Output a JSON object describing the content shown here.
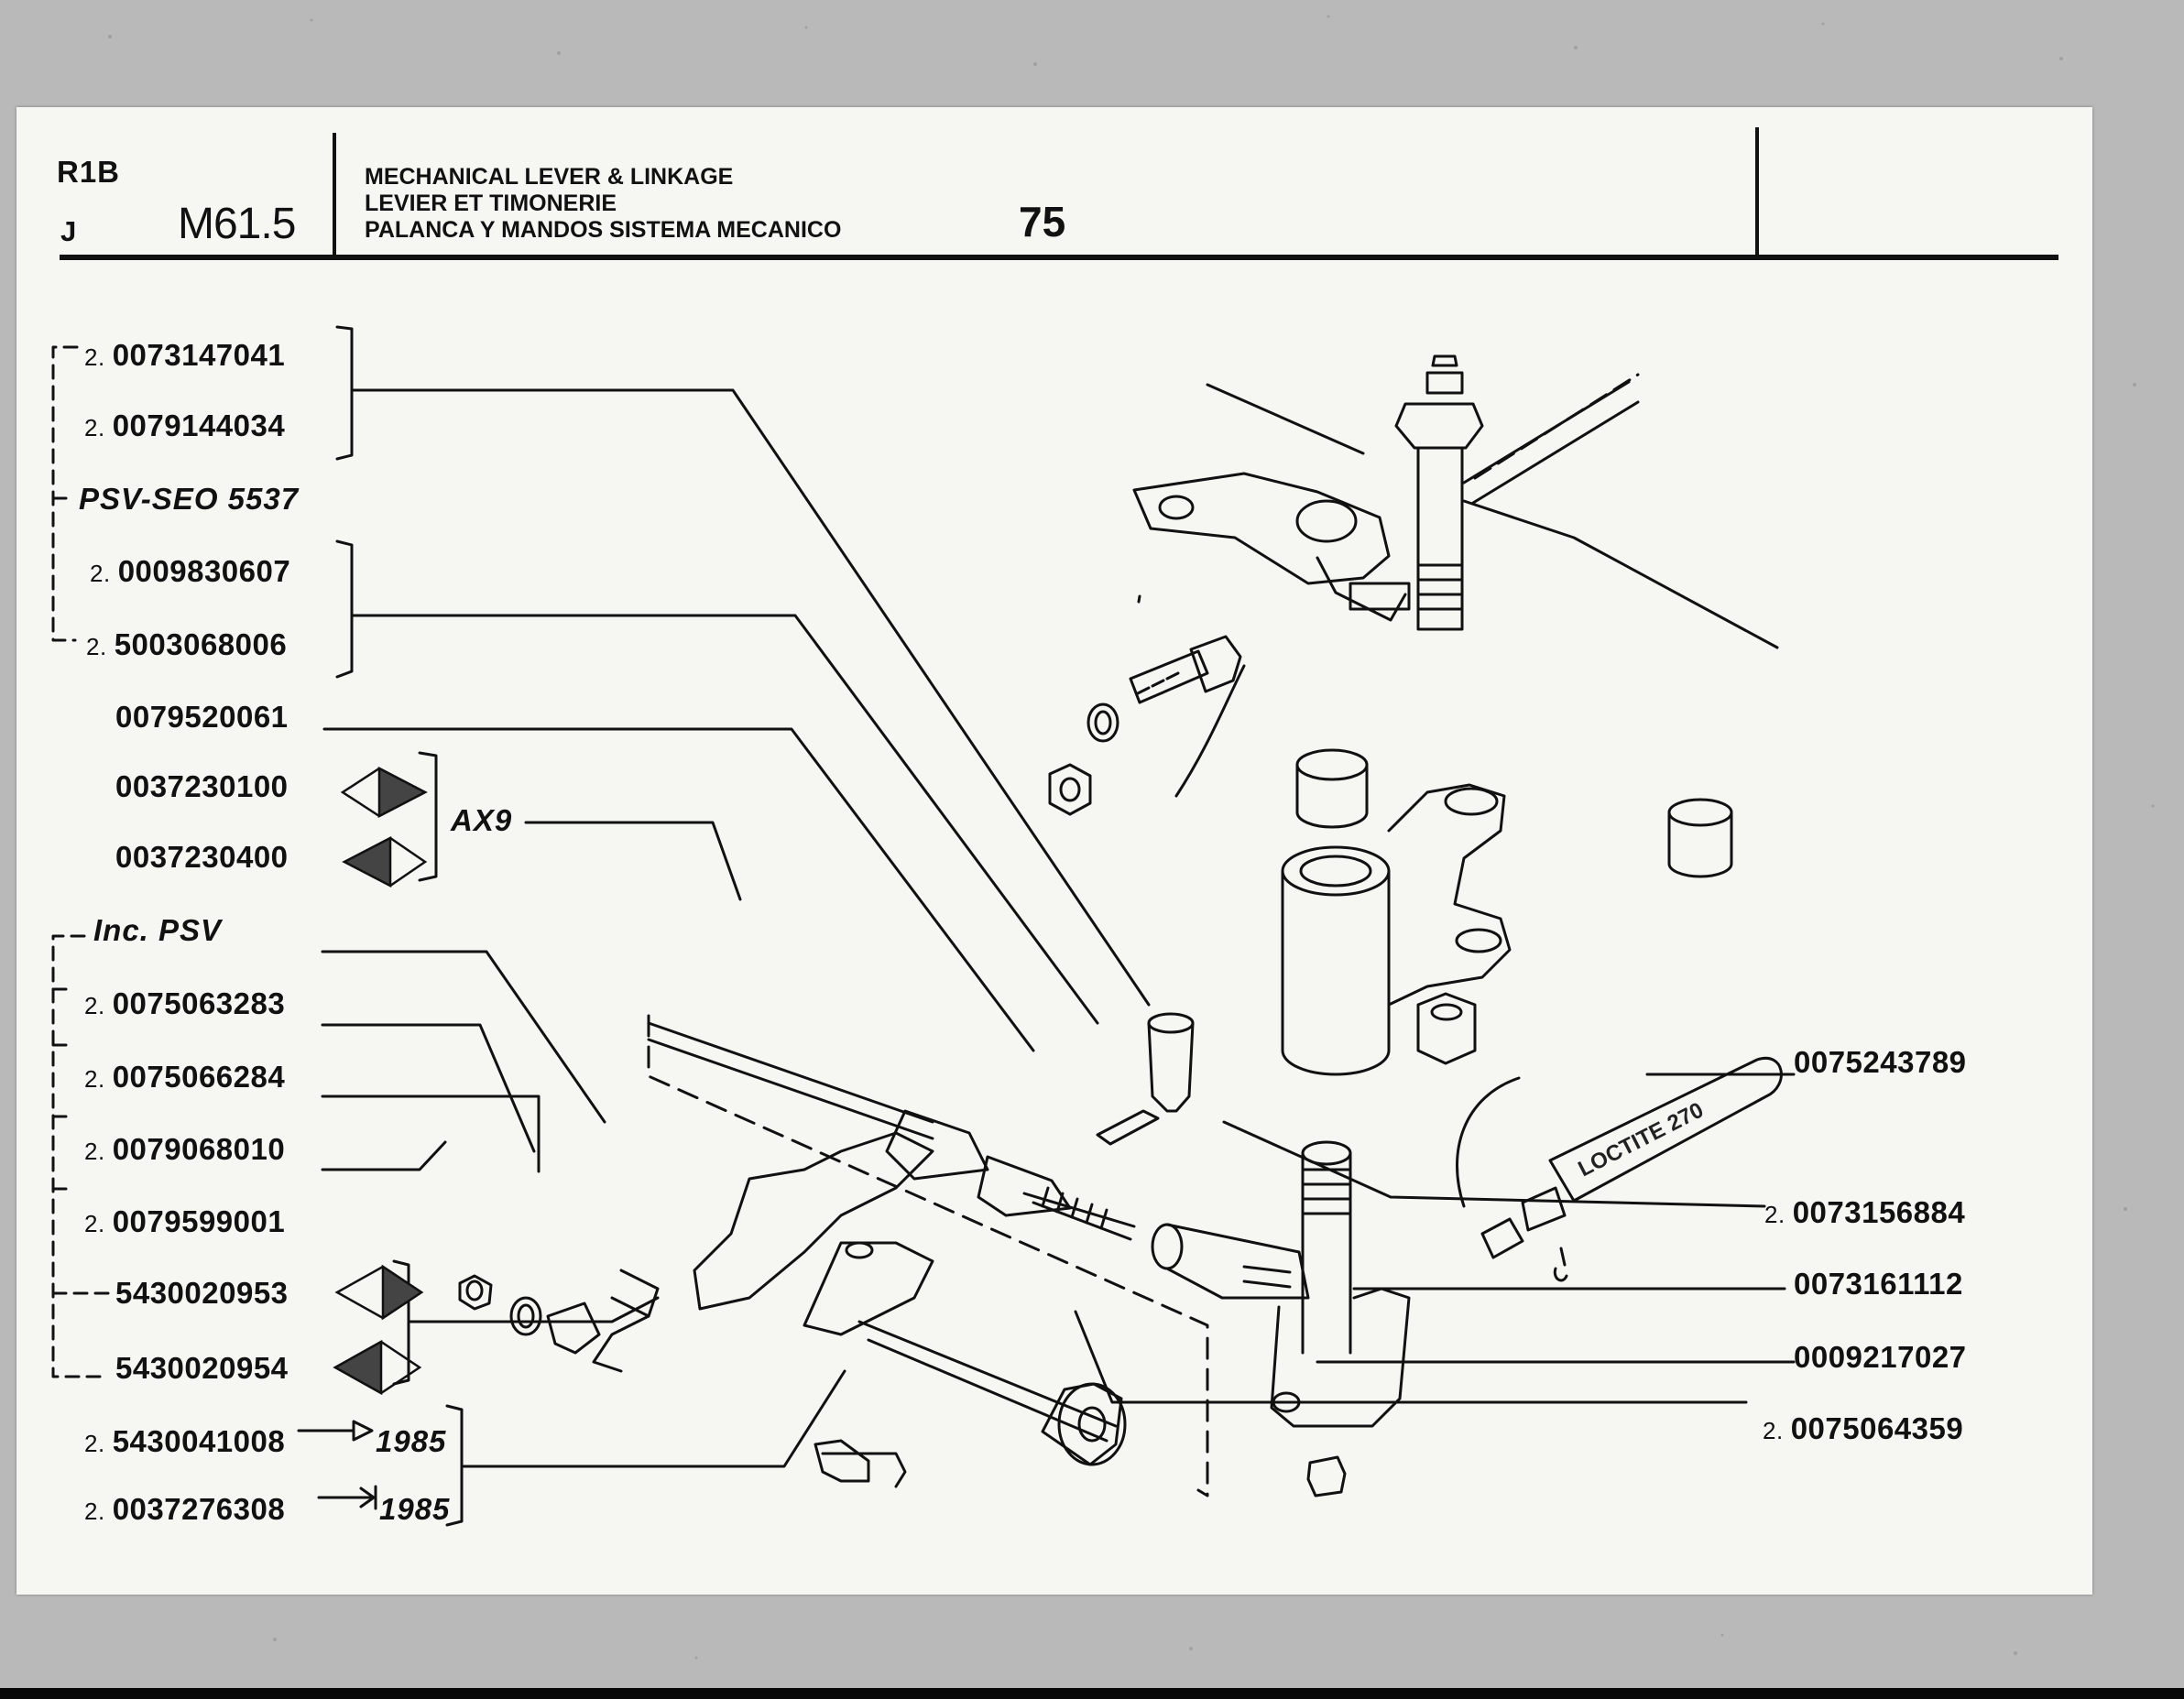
{
  "header": {
    "model": "R1B",
    "variant": "J",
    "section": "M61.5",
    "title_en": "MECHANICAL LEVER & LINKAGE",
    "title_fr": "LEVIER ET TIMONERIE",
    "title_es": "PALANCA Y MANDOS SISTEMA MECANICO",
    "page_number": "75"
  },
  "callouts_left": [
    {
      "id": "p1",
      "qty": "2.",
      "part": "0073147041"
    },
    {
      "id": "p2",
      "qty": "2.",
      "part": "0079144034"
    },
    {
      "id": "p3",
      "qty": "",
      "part": "PSV-SEO 5537"
    },
    {
      "id": "p4",
      "qty": "2.",
      "part": "0009830607"
    },
    {
      "id": "p5",
      "qty": "2.",
      "part": "5003068006"
    },
    {
      "id": "p6",
      "qty": "",
      "part": "0079520061"
    },
    {
      "id": "p7",
      "qty": "",
      "part": "0037230100"
    },
    {
      "id": "p8",
      "qty": "",
      "part": "0037230400"
    },
    {
      "id": "p9",
      "qty": "",
      "part": "Inc. PSV"
    },
    {
      "id": "p10",
      "qty": "2.",
      "part": "0075063283"
    },
    {
      "id": "p11",
      "qty": "2.",
      "part": "0075066284"
    },
    {
      "id": "p12",
      "qty": "2.",
      "part": "0079068010"
    },
    {
      "id": "p13",
      "qty": "2.",
      "part": "0079599001"
    },
    {
      "id": "p14",
      "qty": "",
      "part": "5430020953"
    },
    {
      "id": "p15",
      "qty": "",
      "part": "5430020954"
    },
    {
      "id": "p16",
      "qty": "2.",
      "part": "5430041008",
      "note": "1985"
    },
    {
      "id": "p17",
      "qty": "2.",
      "part": "0037276308",
      "note": "1985"
    }
  ],
  "callouts_right": [
    {
      "id": "r1",
      "qty": "",
      "part": "0075243789"
    },
    {
      "id": "r2",
      "qty": "2.",
      "part": "0073156884"
    },
    {
      "id": "r3",
      "qty": "",
      "part": "0073161112"
    },
    {
      "id": "r4",
      "qty": "",
      "part": "0009217027"
    },
    {
      "id": "r5",
      "qty": "2.",
      "part": "0075064359"
    }
  ],
  "group_label": "AX9",
  "tube_label": "LOCTITE 270"
}
